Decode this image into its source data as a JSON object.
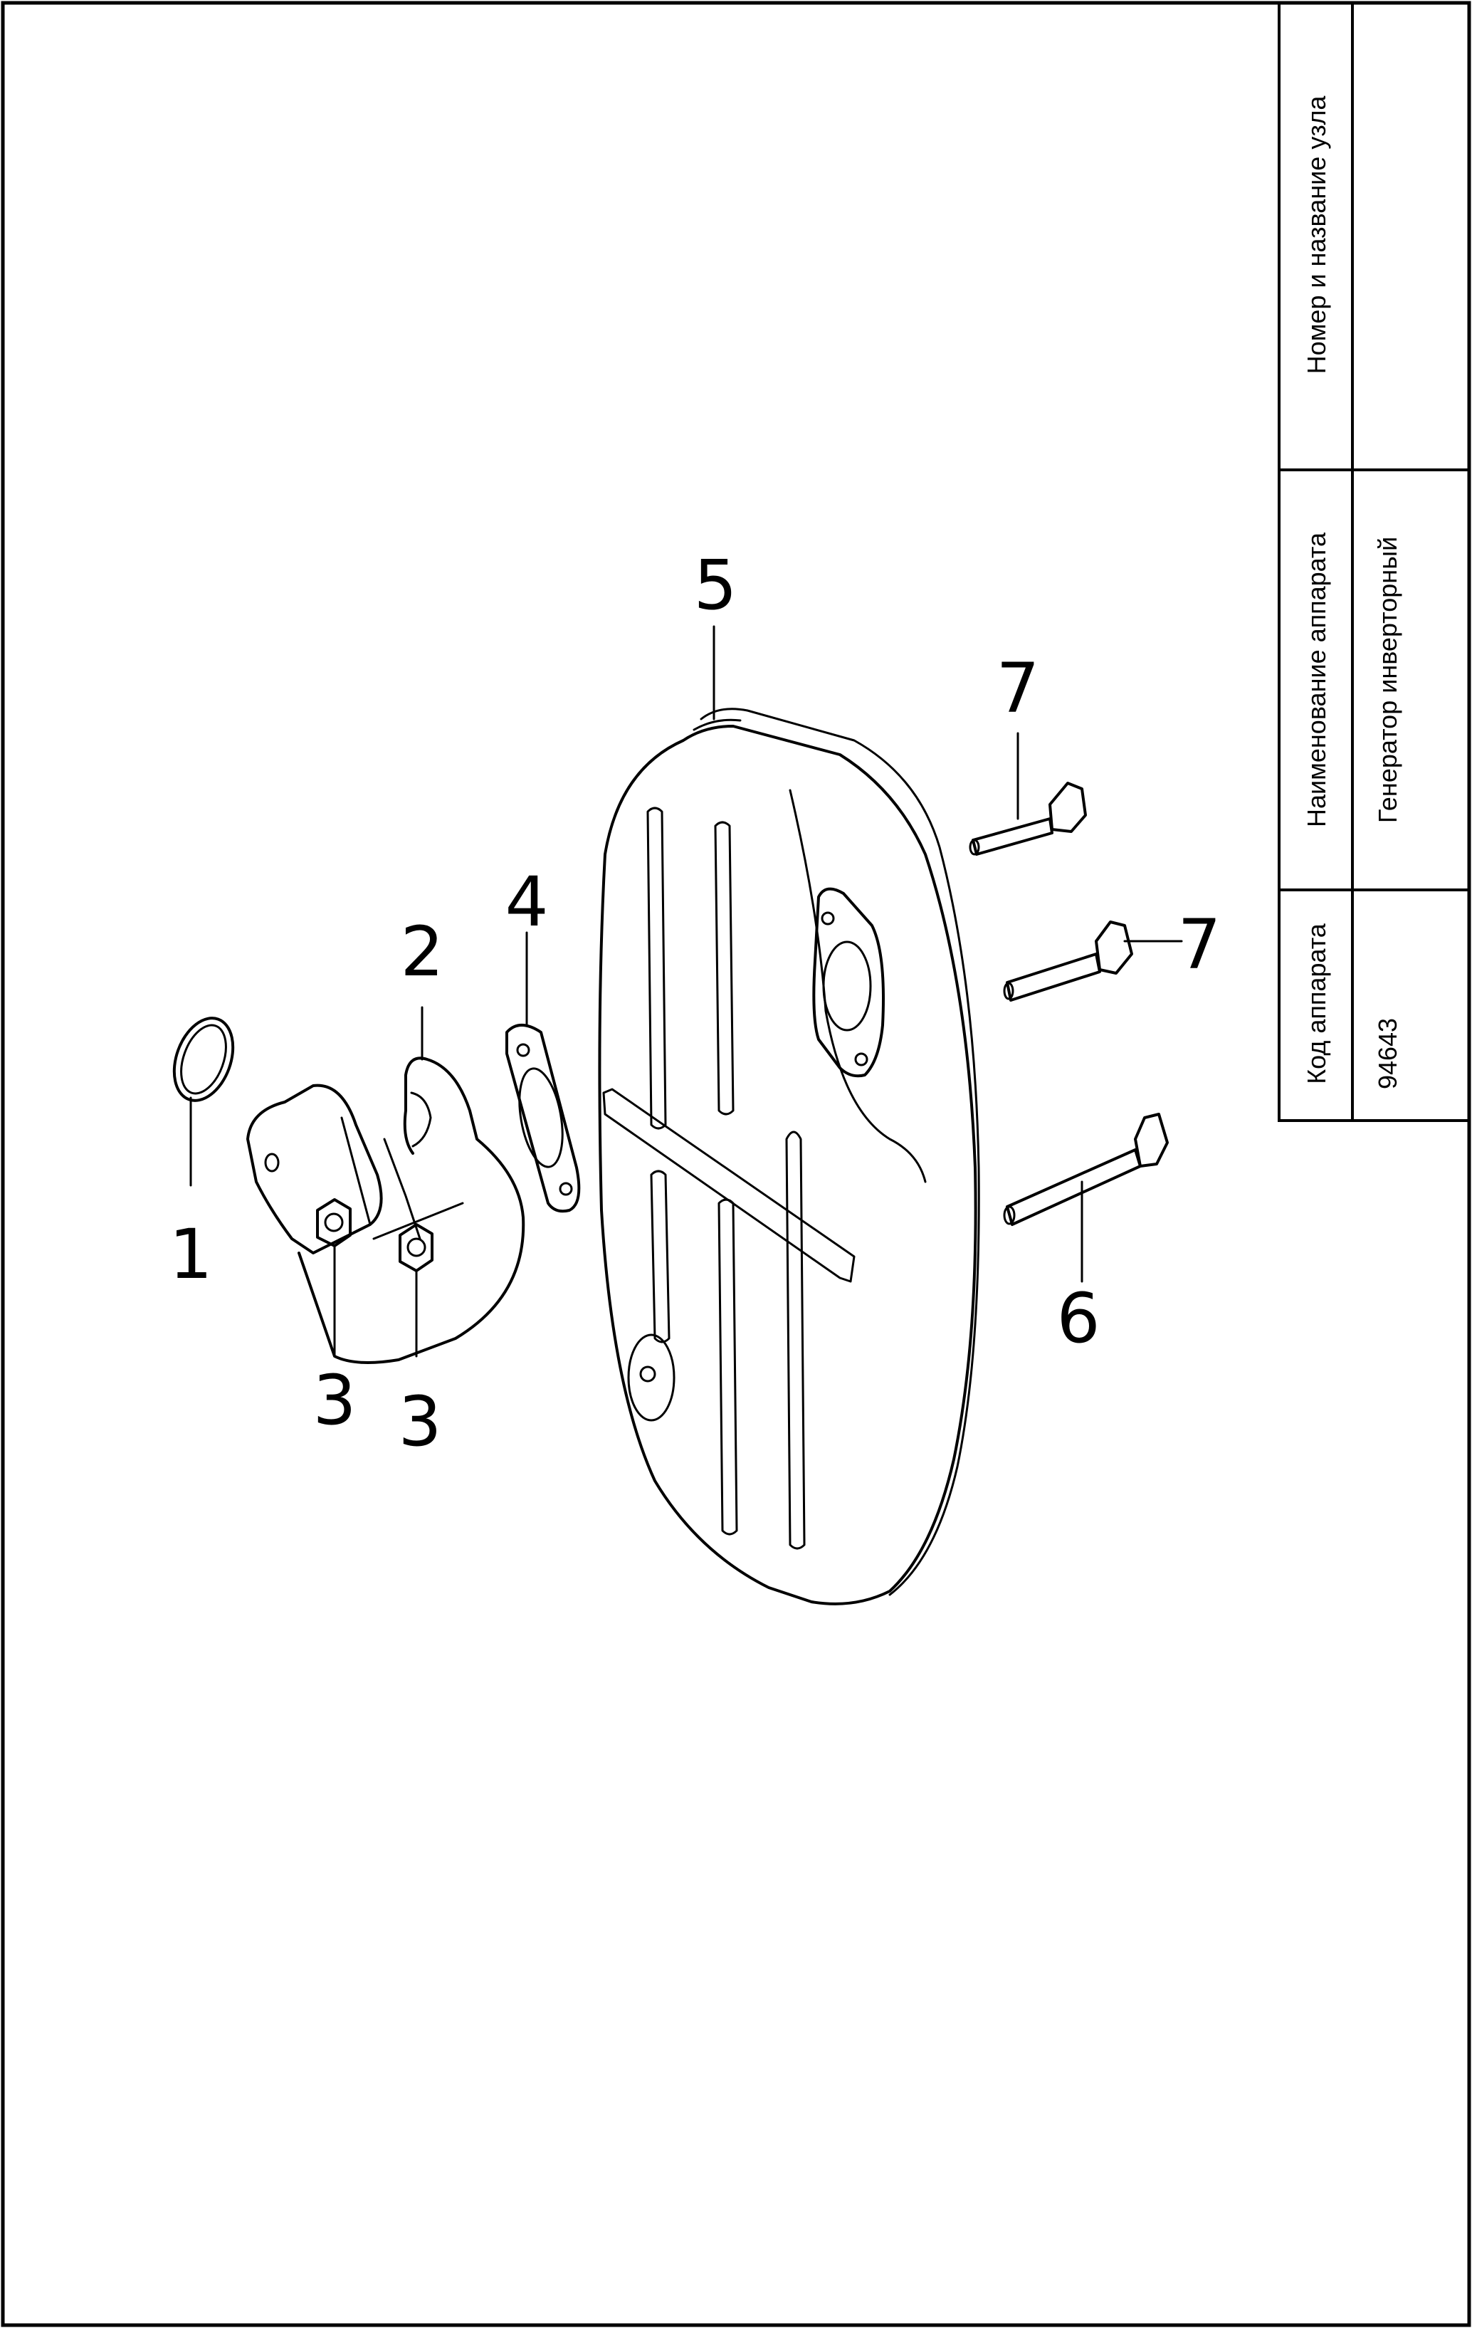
{
  "title_block": {
    "assembly_header": "Номер и название узла",
    "assembly_value": "",
    "device_name_header": "Наименование аппарата",
    "device_name_value": "Генератор инверторный",
    "device_code_header": "Код аппарата",
    "device_code_value": "94643"
  },
  "callouts": {
    "c1": "1",
    "c2": "2",
    "c3a": "3",
    "c3b": "3",
    "c4": "4",
    "c5": "5",
    "c6": "6",
    "c7a": "7",
    "c7b": "7"
  }
}
